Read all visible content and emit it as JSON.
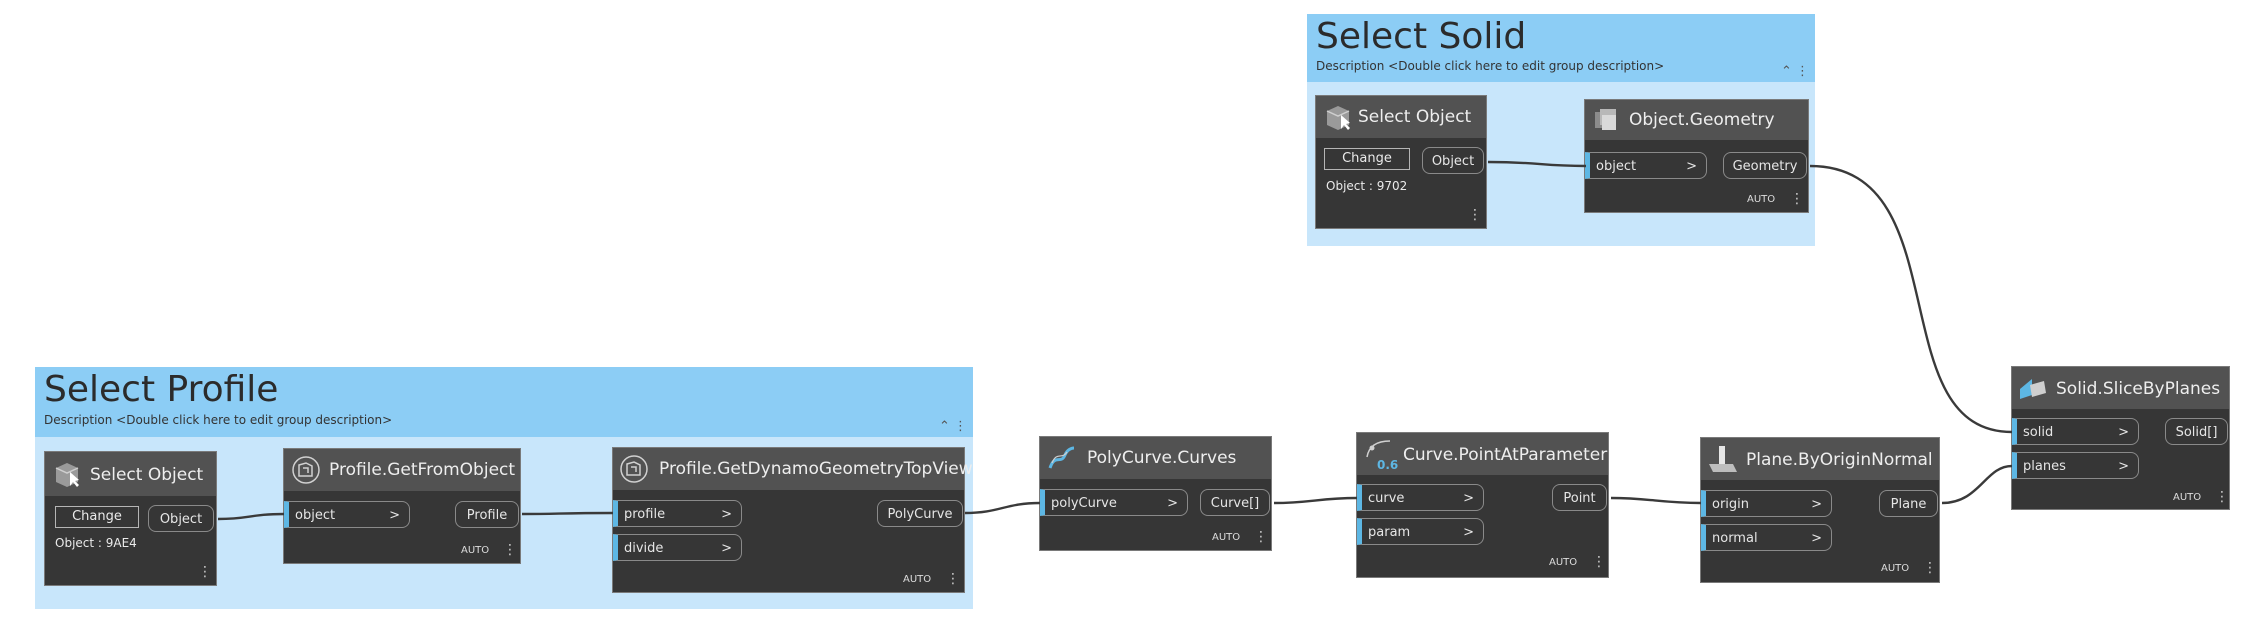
{
  "groups": {
    "select_solid": {
      "title": "Select Solid",
      "description": "Description <Double click here to edit group description>",
      "tools": "⌃ ⋮"
    },
    "select_profile": {
      "title": "Select Profile",
      "description": "Description <Double click here to edit group description>",
      "tools": "⌃ ⋮"
    }
  },
  "nodes": {
    "select_object_solid": {
      "title": "Select Object",
      "change_label": "Change",
      "output": "Object",
      "object_text": "Object : 9702"
    },
    "object_geometry": {
      "title": "Object.Geometry",
      "input": "object",
      "output": "Geometry",
      "lacing": "AUTO"
    },
    "select_object_profile": {
      "title": "Select Object",
      "change_label": "Change",
      "output": "Object",
      "object_text": "Object : 9AE4"
    },
    "profile_getfromobject": {
      "title": "Profile.GetFromObject",
      "input": "object",
      "output": "Profile",
      "lacing": "AUTO"
    },
    "profile_topview": {
      "title": "Profile.GetDynamoGeometryTopView",
      "inputs": [
        "profile",
        "divide"
      ],
      "output": "PolyCurve",
      "lacing": "AUTO"
    },
    "polycurve_curves": {
      "title": "PolyCurve.Curves",
      "input": "polyCurve",
      "output": "Curve[]",
      "lacing": "AUTO"
    },
    "curve_pointatparameter": {
      "title": "Curve.PointAtParameter",
      "inputs": [
        "curve",
        "param"
      ],
      "output": "Point",
      "lacing": "AUTO",
      "icon_value": "0.6"
    },
    "plane_byoriginnormal": {
      "title": "Plane.ByOriginNormal",
      "inputs": [
        "origin",
        "normal"
      ],
      "output": "Plane",
      "lacing": "AUTO"
    },
    "solid_slicebyplanes": {
      "title": "Solid.SliceByPlanes",
      "inputs": [
        "solid",
        "planes"
      ],
      "output": "Solid[]",
      "lacing": "AUTO"
    }
  },
  "glyphs": {
    "chevron": ">",
    "menu": "⋮"
  },
  "colors": {
    "group_header": "#8ccdf5",
    "group_body": "#c8e6fb",
    "node_body": "#363636",
    "input_accent": "#5db7e4",
    "wire": "#3a3a3a"
  }
}
